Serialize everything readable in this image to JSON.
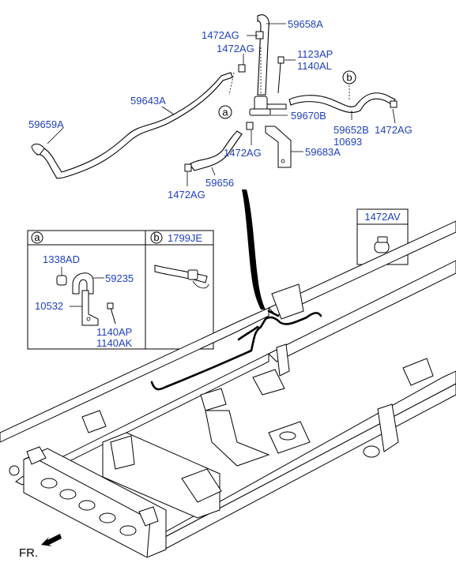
{
  "labels": {
    "l59658A": "59658A",
    "l1472AG_1": "1472AG",
    "l1472AG_2": "1472AG",
    "l1123AP": "1123AP",
    "l1140AL": "1140AL",
    "l59643A": "59643A",
    "l59659A": "59659A",
    "l59670B": "59670B",
    "l59652B": "59652B",
    "l10693": "10693",
    "l1472AG_3": "1472AG",
    "l1472AG_4": "1472AG",
    "l59683A": "59683A",
    "l59656": "59656",
    "l1472AG_5": "1472AG",
    "l1472AV": "1472AV",
    "l1338AD": "1338AD",
    "l59235": "59235",
    "l10532": "10532",
    "l1140AP": "1140AP",
    "l1140AK": "1140AK",
    "l1799JE": "1799JE"
  },
  "callouts": {
    "a": "a",
    "b": "b",
    "box_a": "a",
    "box_b": "b"
  },
  "direction_label": "FR."
}
